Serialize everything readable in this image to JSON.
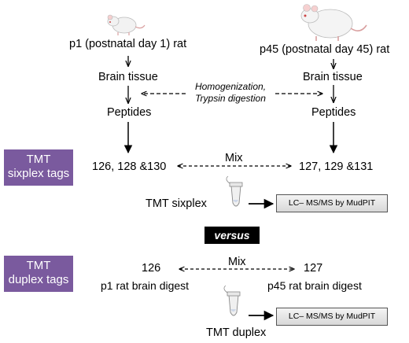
{
  "p1_label": "p1 (postnatal day 1) rat",
  "p45_label": "p45 (postnatal day 45) rat",
  "brain_tissue_left": "Brain tissue",
  "brain_tissue_right": "Brain tissue",
  "process_line1": "Homogenization,",
  "process_line2": "Trypsin digestion",
  "peptides_left": "Peptides",
  "peptides_right": "Peptides",
  "sixplex_tags": {
    "line1": "TMT",
    "line2": "sixplex tags"
  },
  "duplex_tags": {
    "line1": "TMT",
    "line2": "duplex tags"
  },
  "mix_top": "Mix",
  "mix_bottom": "Mix",
  "channels_left": "126, 128 &130",
  "channels_right": "127, 129 &131",
  "tmt_sixplex": "TMT sixplex",
  "lc_ms_top": "LC– MS/MS by MudPIT",
  "versus": "versus",
  "duplex_left_channel": "126",
  "duplex_right_channel": "127",
  "duplex_left_label": "p1 rat brain digest",
  "duplex_right_label": "p45 rat brain digest",
  "tmt_duplex": "TMT duplex",
  "lc_ms_bottom": "LC– MS/MS by MudPIT",
  "colors": {
    "tag_box": "#7a5a9e",
    "versus_bg": "#000000"
  }
}
